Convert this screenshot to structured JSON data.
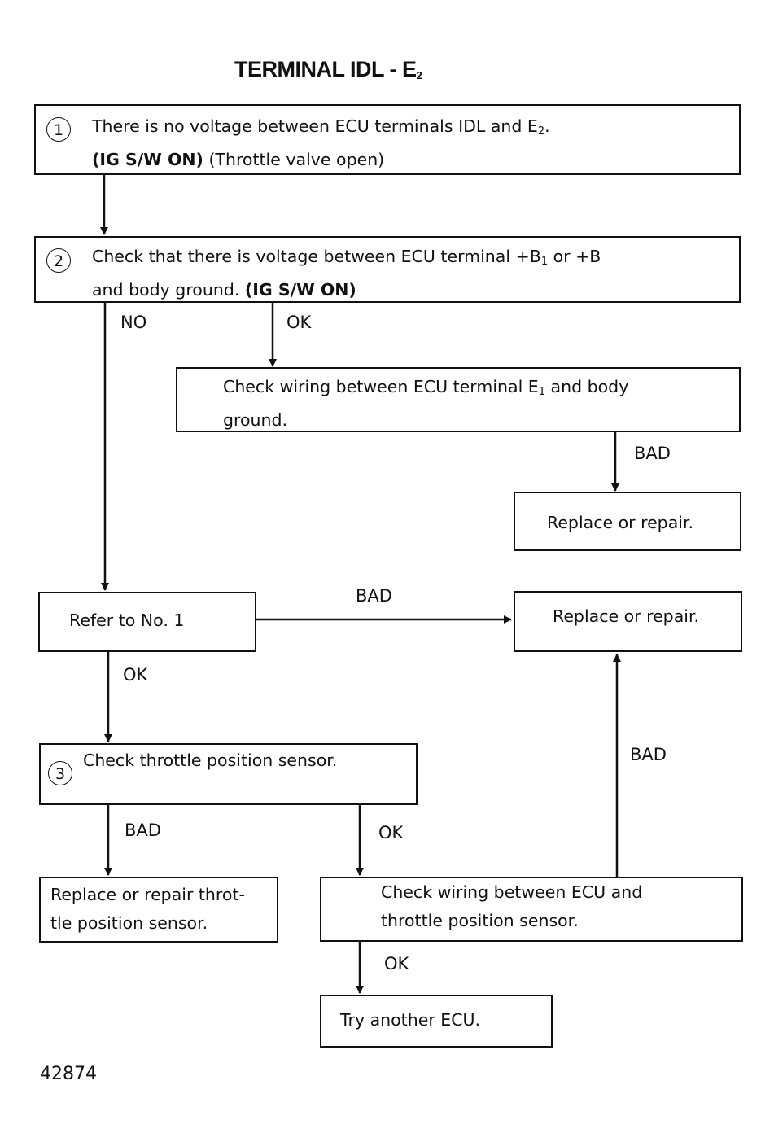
{
  "title": {
    "main": "TERMINAL IDL - E",
    "sub": "2"
  },
  "steps": {
    "s1": {
      "number": "1",
      "line1_a": "There is no voltage between ECU terminals IDL and E",
      "line1_sub": "2",
      "line1_b": ".",
      "line2_bold": "(IG S/W ON)",
      "line2_rest": " (Throttle valve open)"
    },
    "s2": {
      "number": "2",
      "line1_a": "Check that there is voltage between ECU terminal +B",
      "line1_sub": "1",
      "line1_b": " or +B",
      "line2_a": "and body ground. ",
      "line2_bold": "(IG S/W ON)"
    },
    "e1": {
      "line1_a": "Check wiring between ECU terminal E",
      "line1_sub": "1",
      "line1_b": " and body",
      "line2": "ground."
    },
    "replace_a": "Replace or repair.",
    "refer": "Refer to No. 1",
    "replace_b": "Replace or repair.",
    "s3": {
      "number": "3",
      "text": "Check throttle position sensor."
    },
    "replace_tps": {
      "line1": "Replace or repair throt-",
      "line2": "tle position sensor."
    },
    "wiring_tps": {
      "line1": "Check wiring between ECU and",
      "line2": "throttle position sensor."
    },
    "try_ecu": "Try another ECU."
  },
  "labels": {
    "no": "NO",
    "ok_s2": "OK",
    "bad_e1": "BAD",
    "bad_refer": "BAD",
    "ok_refer": "OK",
    "bad_wiring": "BAD",
    "bad_s3": "BAD",
    "ok_s3": "OK",
    "ok_wiring": "OK"
  },
  "figure_number": "42874"
}
